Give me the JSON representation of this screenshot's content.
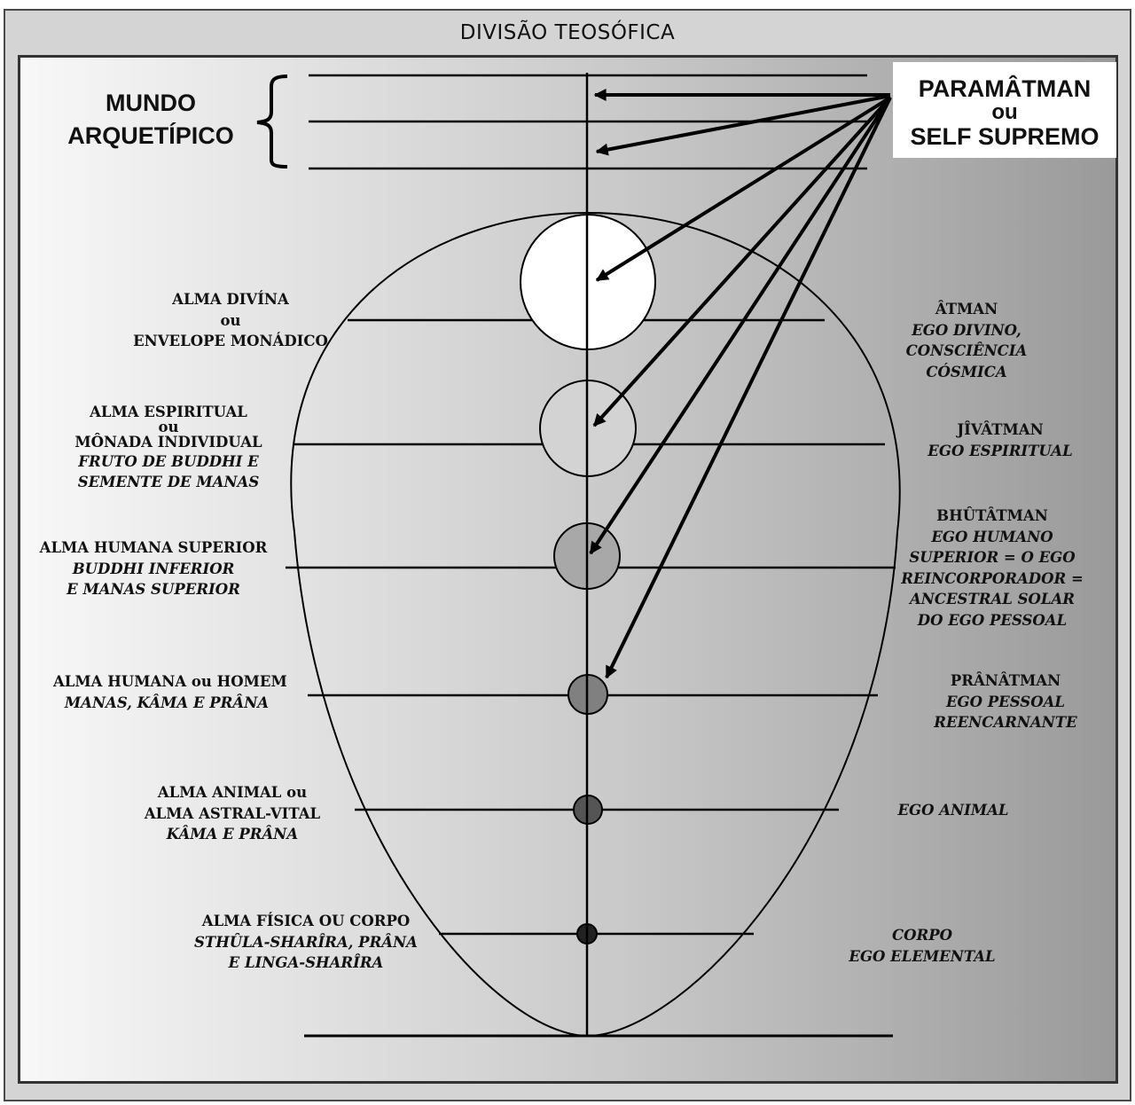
{
  "title": "DIVISÃO TEOSÓFICA",
  "mundo": [
    "MUNDO",
    "ARQUETÍPICO"
  ],
  "paramatman": [
    "PARAMÂTMAN",
    "ou",
    "SELF SUPREMO"
  ],
  "left": [
    {
      "lines": [
        {
          "t": "ALMA DIVÍNA",
          "i": false
        },
        {
          "t": "ou",
          "i": false
        },
        {
          "t": "ENVELOPE MONÁDICO",
          "i": false
        }
      ]
    },
    {
      "lines": [
        {
          "t": "ALMA ESPIRITUAL",
          "i": false
        },
        {
          "t": "ou",
          "i": false
        },
        {
          "t": "MÔNADA INDIVIDUAL",
          "i": false
        },
        {
          "t": "FRUTO DE BUDDHI E",
          "i": true
        },
        {
          "t": "SEMENTE DE MANAS",
          "i": true
        }
      ]
    },
    {
      "lines": [
        {
          "t": "ALMA  HUMANA SUPERIOR",
          "i": false
        },
        {
          "t": "BUDDHI INFERIOR",
          "i": true
        },
        {
          "t": "E MANAS SUPERIOR",
          "i": true
        }
      ]
    },
    {
      "lines": [
        {
          "t": "ALMA  HUMANA ou HOMEM",
          "i": false
        },
        {
          "t": "MANAS, KÂMA E PRÂNA",
          "i": true
        }
      ]
    },
    {
      "lines": [
        {
          "t": "ALMA  ANIMAL ou",
          "i": false
        },
        {
          "t": "ALMA ASTRAL-VITAL",
          "i": false
        },
        {
          "t": "KÂMA E PRÂNA",
          "i": true
        }
      ]
    },
    {
      "lines": [
        {
          "t": "ALMA  FÍSICA OU CORPO",
          "i": false
        },
        {
          "t": "STHÛLA-SHARÎRA, PRÂNA",
          "i": true
        },
        {
          "t": "E LINGA-SHARÎRA",
          "i": true
        }
      ]
    }
  ],
  "right": [
    {
      "lines": [
        {
          "t": "ÂTMAN",
          "i": false
        },
        {
          "t": "EGO DIVINO,",
          "i": true
        },
        {
          "t": "CONSCIÊNCIA",
          "i": true
        },
        {
          "t": "CÓSMICA",
          "i": true
        }
      ]
    },
    {
      "lines": [
        {
          "t": "JÎVÂTMAN",
          "i": false
        },
        {
          "t": "EGO ESPIRITUAL",
          "i": true
        }
      ]
    },
    {
      "lines": [
        {
          "t": "BHÛTÂTMAN",
          "i": false
        },
        {
          "t": "EGO HUMANO",
          "i": true
        },
        {
          "t": "SUPERIOR  = O EGO",
          "i": true
        },
        {
          "t": "REINCORPORADOR  =",
          "i": true
        },
        {
          "t": "ANCESTRAL SOLAR",
          "i": true
        },
        {
          "t": "DO EGO PESSOAL",
          "i": true
        }
      ]
    },
    {
      "lines": [
        {
          "t": "PRÂNÂTMAN",
          "i": false
        },
        {
          "t": "EGO PESSOAL",
          "i": true
        },
        {
          "t": "REENCARNANTE",
          "i": true
        }
      ]
    },
    {
      "lines": [
        {
          "t": "EGO ANIMAL",
          "i": true
        }
      ]
    },
    {
      "lines": [
        {
          "t": "CORPO",
          "i": true
        },
        {
          "t": "EGO ELEMENTAL",
          "i": true
        }
      ]
    }
  ],
  "colors": {
    "circle_1": "#ffffff",
    "circle_2": "#d3d3d3",
    "circle_3": "#a8a8a8",
    "circle_4": "#808080",
    "circle_5": "#555555",
    "circle_6": "#222222"
  }
}
